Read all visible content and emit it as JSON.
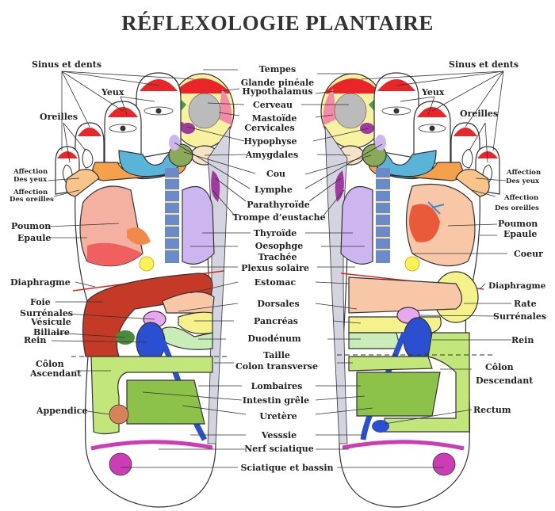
{
  "title": "RÉFLEXOLOGIE PLANTAIRE",
  "colors": {
    "toe_tip": "#e8262a",
    "brain_area": "#f7f1a0",
    "pink_zone": "#f48aa6",
    "sinus_blue": "#5ab4d8",
    "orange_band": "#f5a04a",
    "light_orange": "#f8c48a",
    "lavender": "#cdb5f0",
    "purple": "#a03aa0",
    "spine_gray": "#d4d4e0",
    "lung_pink": "#f4b0a0",
    "liver_red": "#c43a26",
    "stomach_peach": "#f7c7a8",
    "pancreas_yellow": "#f5f28c",
    "duodenum_green": "#c9ecb8",
    "kidney_blue": "#2a4fd0",
    "adrenal_lilac": "#e6a8ef",
    "colon_lime": "#c3e67a",
    "intestine_green": "#8cc24a",
    "appendix": "#d9825a",
    "sciatic_magenta": "#cc3cb4",
    "heart_point_yellow": "#fbf25a",
    "diaphragm_line": "#d22"
  },
  "center_labels": [
    "Tempes",
    "Glande pinéale",
    "Hypothalamus",
    "Cerveau",
    "Mastoïde",
    "Cervicales",
    "Hypophyse",
    "Amygdales",
    "Cou",
    "Lymphe",
    "Parathyroïde",
    "Trompe d’eustache",
    "Thyroïde",
    "Oesophge",
    "Trachée",
    "Plexus solaire",
    "Estomac",
    "Dorsales",
    "Pancréas",
    "Duodénum",
    "Taille",
    "Colon transverse",
    "Lombaires",
    "Intestin grêle",
    "Uretère",
    "Vesssie",
    "Nerf sciatique",
    "Sciatique et bassin"
  ],
  "left_labels": {
    "sinus": "Sinus et dents",
    "yeux": "Yeux",
    "oreilles": "Oreilles",
    "affection_yeux_1": "Affection",
    "affection_yeux_2": "Des yeux",
    "affection_oreilles_1": "Affection",
    "affection_oreilles_2": "Des oreilles",
    "poumon": "Poumon",
    "epaule": "Epaule",
    "diaphragme": "Diaphragme",
    "foie": "Foie",
    "surrenales": "Surrénales",
    "vesicule": "Vésicule",
    "biliaire": "Biliaire",
    "rein": "Rein",
    "colon_1": "Côlon",
    "colon_2": "Ascendant",
    "appendice": "Appendice"
  },
  "right_labels": {
    "sinus": "Sinus et dents",
    "yeux": "Yeux",
    "oreilles": "Oreilles",
    "affection_yeux_1": "Affection",
    "affection_yeux_2": "Des yeux",
    "affection_oreilles_1": "Affection",
    "affection_oreilles_2": "Des oreilles",
    "poumon": "Poumon",
    "epaule": "Epaule",
    "coeur": "Coeur",
    "diaphragme": "Diaphragme",
    "rate": "Rate",
    "surrenales": "Surrénales",
    "rein": "Rein",
    "colon_1": "Côlon",
    "colon_2": "Descendant",
    "rectum": "Rectum"
  }
}
